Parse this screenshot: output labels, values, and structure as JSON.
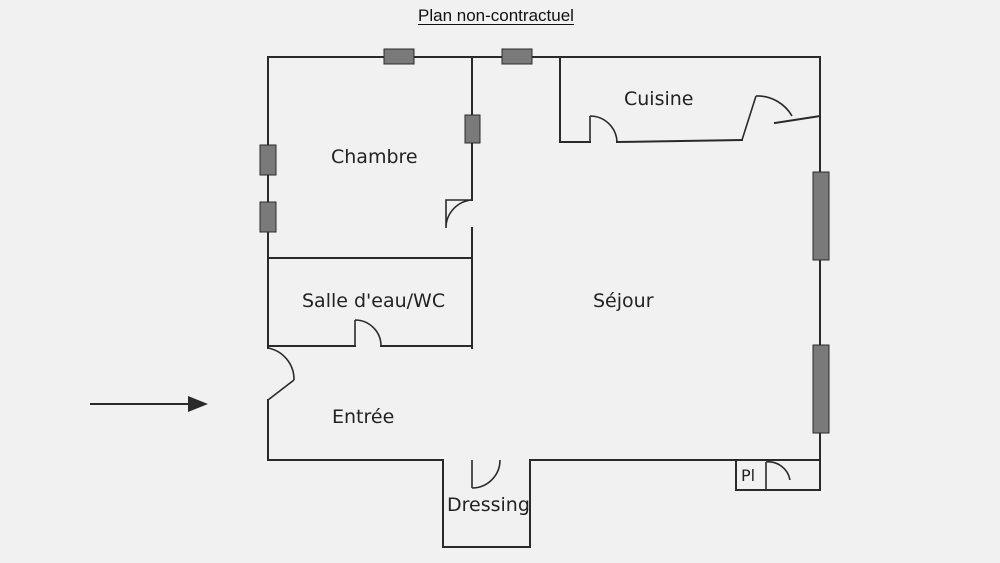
{
  "title": "Plan non-contractuel",
  "rooms": {
    "chambre": "Chambre",
    "cuisine": "Cuisine",
    "salle_eau": "Salle d'eau/WC",
    "sejour": "Séjour",
    "entree": "Entrée",
    "dressing": "Dressing",
    "placard": "Pl"
  },
  "colors": {
    "wall": "#2a2a2a",
    "window": "#7a7a7a",
    "background": "#f1f1f1"
  }
}
